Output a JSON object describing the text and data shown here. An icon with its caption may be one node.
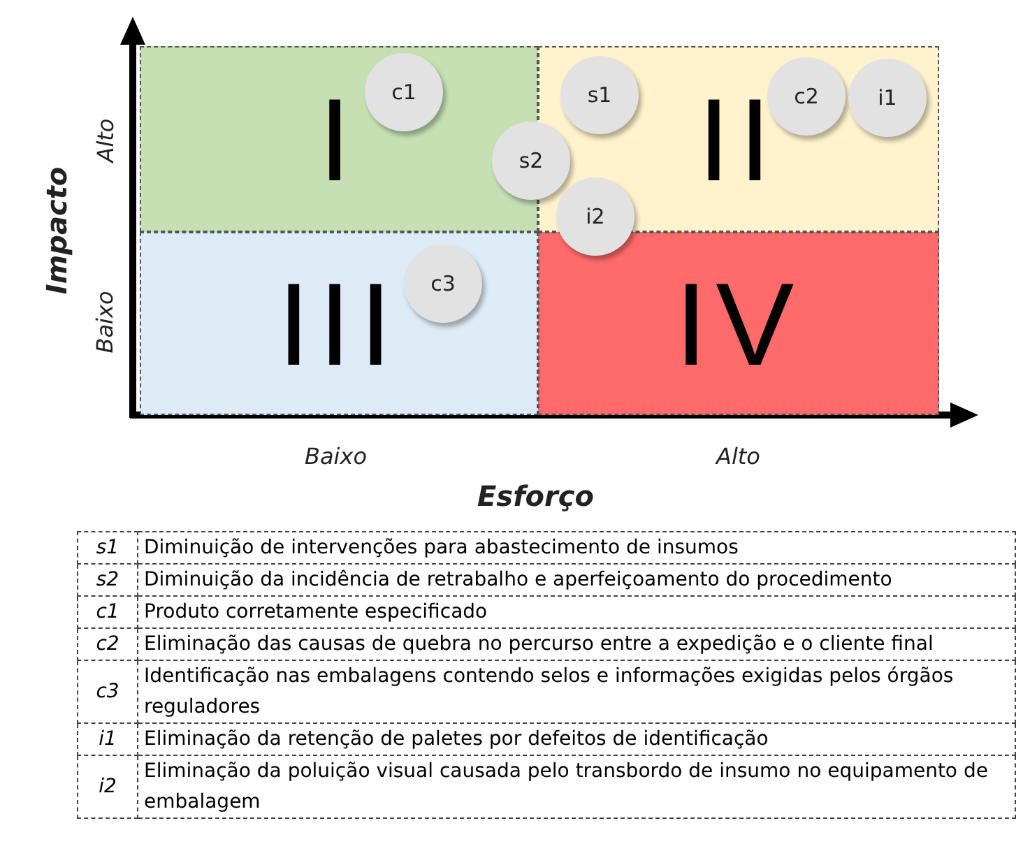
{
  "diagram": {
    "nodes": [
      {
        "text": [
          "I"
        ]
      },
      {
        "text": [
          "c1"
        ],
        "in": 0
      },
      {
        "text": [
          "II"
        ]
      },
      {
        "text": [
          "s1"
        ],
        "in": 2
      },
      {
        "text": [
          "c2"
        ],
        "in": 2
      },
      {
        "text": [
          "i1"
        ],
        "in": 2
      },
      {
        "text": [
          "s2"
        ]
      },
      {
        "text": [
          "i2"
        ]
      },
      {
        "text": [
          "III"
        ]
      },
      {
        "text": [
          "c3"
        ],
        "in": 8
      },
      {
        "text": [
          "IV"
        ]
      }
    ],
    "edges": [],
    "labels": [
      "Impacto",
      "Alto",
      "Baixo",
      "Baixo",
      "Alto",
      "Esforço",
      "s1",
      "Diminuição de intervenções para abastecimento de insumos",
      "s2",
      "Diminuição da incidência de retrabalho e aperfeiçoamento do procedimento",
      "c1",
      "Produto corretamente especificado",
      "c2",
      "Eliminação das causas de quebra no percurso entre a expedição e o cliente final",
      "c3",
      "Identificação nas embalagens contendo selos e informações exigidas pelos órgãos reguladores",
      "i1",
      "Eliminação da retenção de paletes por defeitos de identificação",
      "i2",
      "Eliminação da poluição visual causada pelo transbordo de insumo no equipamento de embalagem"
    ]
  }
}
